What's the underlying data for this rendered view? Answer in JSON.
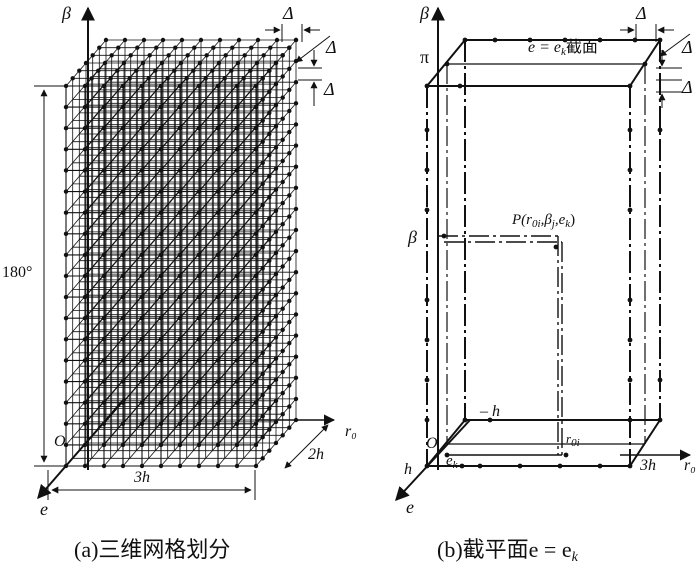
{
  "left": {
    "caption": "(a)三维网格划分",
    "axis_beta": "β",
    "axis_r0": "r₀",
    "axis_e": "e",
    "origin": "O",
    "delta": "Δ",
    "height_label": "180°",
    "width_label": "3h",
    "depth_label": "2h"
  },
  "right": {
    "caption": "(b)截平面e = e",
    "caption_sub": "k",
    "axis_beta": "β",
    "axis_r0": "r₀",
    "axis_e": "e",
    "origin": "O",
    "delta": "Δ",
    "pi": "π",
    "beta_mark": "β",
    "section_label_a": "e = e",
    "section_label_sub": "k",
    "section_label_b": "截面",
    "point_label": "P(r",
    "point_sub1": "0i",
    "point_mid": ",β",
    "point_sub2": "j",
    "point_mid2": ",e",
    "point_sub3": "k",
    "point_end": ")",
    "minus_h": "– h",
    "r0i": "r",
    "r0i_sub": "0i",
    "h_mark": "h",
    "ek": "e",
    "ek_sub": "k",
    "width_label": "3h"
  }
}
